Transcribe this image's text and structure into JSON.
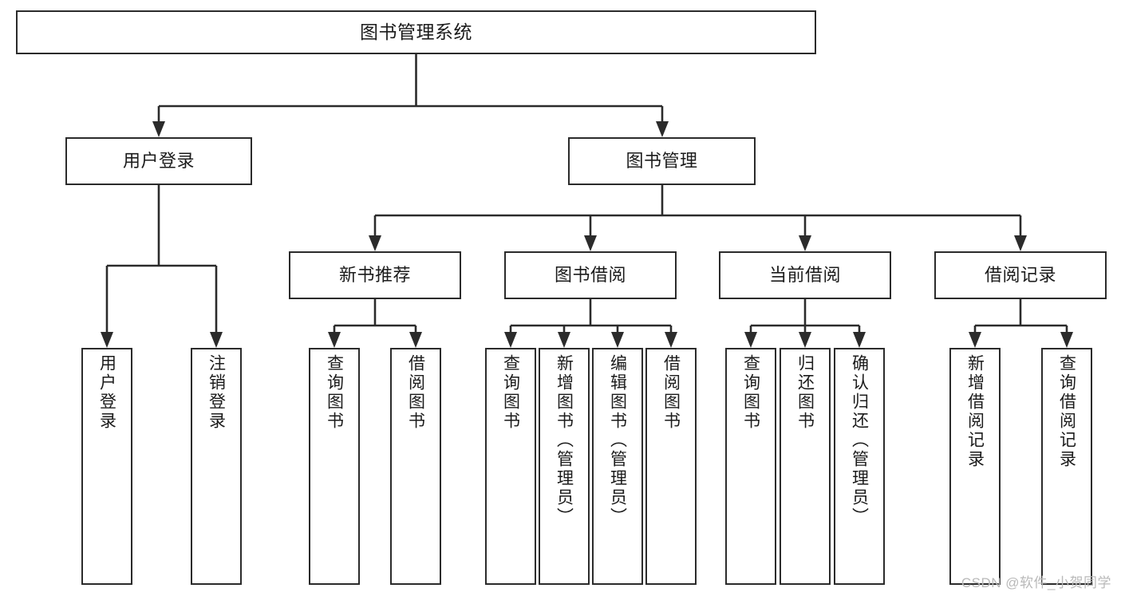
{
  "diagram": {
    "type": "tree",
    "title": "图书管理系统",
    "orientation": "top-down",
    "colors": {
      "stroke": "#2b2b2b",
      "fill": "#ffffff",
      "text": "#1b1b1b",
      "watermark": "#b9b9b9"
    },
    "nodes": {
      "root": {
        "label": "图书管理系统"
      },
      "level2": [
        {
          "label": "用户登录"
        },
        {
          "label": "图书管理"
        }
      ],
      "level3": [
        {
          "label": "新书推荐"
        },
        {
          "label": "图书借阅"
        },
        {
          "label": "当前借阅"
        },
        {
          "label": "借阅记录"
        }
      ],
      "leaves_user_login": [
        {
          "label": "用户登录"
        },
        {
          "label": "注销登录"
        }
      ],
      "leaves_new_books": [
        {
          "label": "查询图书"
        },
        {
          "label": "借阅图书"
        }
      ],
      "leaves_book_borrow": [
        {
          "label": "查询图书"
        },
        {
          "label": "新增图书（管理员）"
        },
        {
          "label": "编辑图书（管理员）"
        },
        {
          "label": "借阅图书"
        }
      ],
      "leaves_current_borrow": [
        {
          "label": "查询图书"
        },
        {
          "label": "归还图书"
        },
        {
          "label": "确认归还（管理员）"
        }
      ],
      "leaves_borrow_records": [
        {
          "label": "新增借阅记录"
        },
        {
          "label": "查询借阅记录"
        }
      ]
    }
  },
  "watermark": {
    "text": "CSDN @软件_小贺同学"
  }
}
